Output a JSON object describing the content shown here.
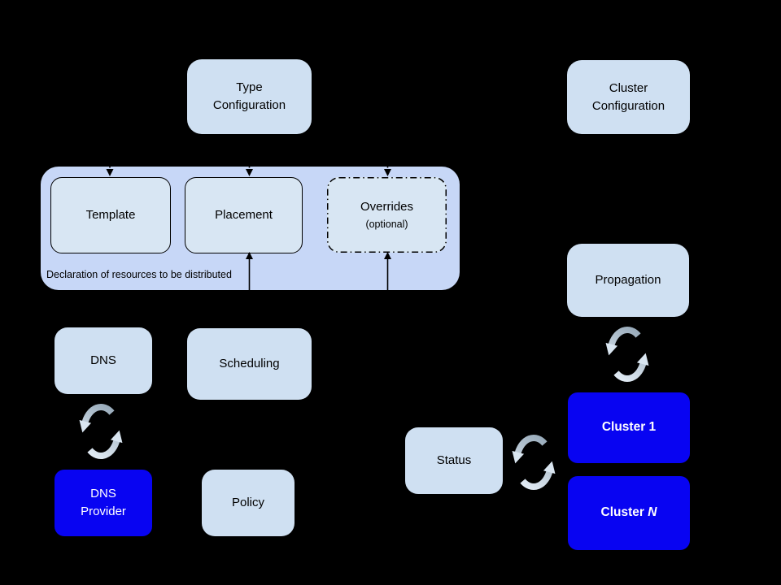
{
  "diagram": {
    "description": "Federated resource distribution architecture diagram",
    "colors": {
      "background": "#000000",
      "box_fill_light": "#cfe0f2",
      "box_fill_inner": "#d8e6f3",
      "group_fill": "#c7d7f7",
      "box_fill_blue": "#0804f2",
      "text_dark": "#000000",
      "text_light": "#ffffff",
      "line": "#000000",
      "sync_from": "#93a6b6",
      "sync_to": "#e8f1fa",
      "sync_arrow": "#d9e5f0"
    },
    "icons": {
      "sync": "circular-refresh-arrows"
    },
    "nodes": {
      "type_configuration": {
        "label": "Type\nConfiguration"
      },
      "cluster_configuration": {
        "label": "Cluster\nConfiguration"
      },
      "template": {
        "label": "Template"
      },
      "placement": {
        "label": "Placement"
      },
      "overrides": {
        "label": "Overrides",
        "sublabel": "(optional)"
      },
      "dns": {
        "label": "DNS"
      },
      "scheduling": {
        "label": "Scheduling"
      },
      "dns_provider": {
        "label": "DNS\nProvider"
      },
      "policy": {
        "label": "Policy"
      },
      "status": {
        "label": "Status"
      },
      "propagation": {
        "label": "Propagation"
      },
      "cluster_1": {
        "label": "Cluster 1"
      },
      "cluster_n": {
        "label_prefix": "Cluster ",
        "label_suffix_italic": "N"
      }
    },
    "group": {
      "caption": "Declaration of resources to be distributed"
    }
  }
}
